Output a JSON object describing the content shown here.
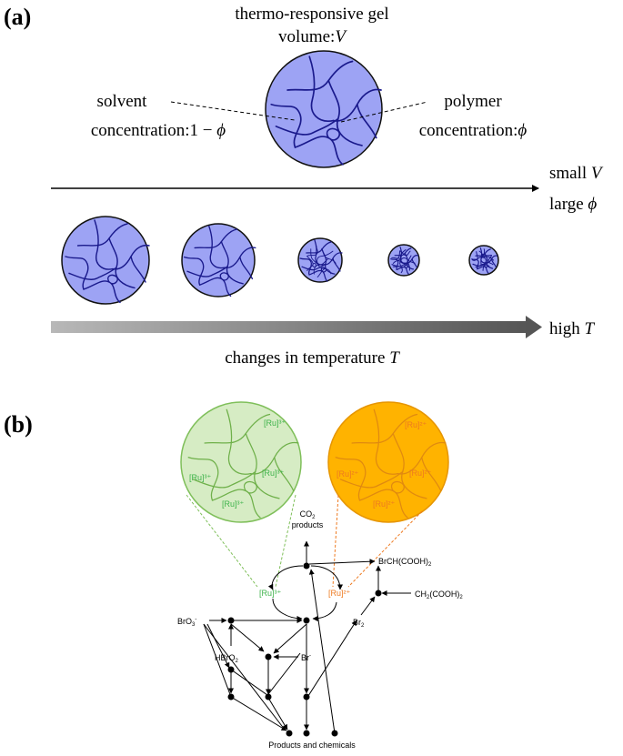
{
  "panel_a": {
    "label": "(a)",
    "gel_title": "thermo-responsive gel",
    "gel_volume": "volume:",
    "gel_volume_var": "V",
    "solvent_label": "solvent",
    "solvent_conc": "concentration:1 − ",
    "solvent_conc_var": "ϕ",
    "polymer_label": "polymer",
    "polymer_conc": "concentration:",
    "polymer_conc_var": "ϕ",
    "small_v_text": "small ",
    "small_v_var": "V",
    "large_phi_text": "large ",
    "large_phi_var": "ϕ",
    "high_t_text": "high ",
    "high_t_var": "T",
    "temp_caption": "changes in temperature ",
    "temp_caption_var": "T",
    "gel_fill_color": "#9da3f4",
    "network_color": "#1a1a8c"
  },
  "panel_b": {
    "label": "(b)",
    "ru3_circle_labels": [
      "[Ru]³⁺",
      "[Ru]³⁺",
      "[Ru]³⁺",
      "[Ru]³⁺"
    ],
    "ru2_circle_labels": [
      "[Ru]²⁺",
      "[Ru]²⁺",
      "[Ru]²⁺",
      "[Ru]²⁺"
    ],
    "ru3_node": "[Ru]³⁺",
    "ru2_node": "[Ru]²⁺",
    "co2_label": "CO",
    "co2_sub": "2",
    "products_top": "products",
    "brch": "BrCH(COOH)",
    "brch_sub": "2",
    "ch2": "CH",
    "ch2_sub": "2",
    "ch2_rest": "(COOH)",
    "ch2_sub2": "2",
    "br2": "Br",
    "br2_sub": "2",
    "bro3": "BrO",
    "bro3_sub": "3",
    "bro3_sup": "-",
    "hbro2": "HBrO",
    "hbro2_sub": "2",
    "br_minus": "Br",
    "br_minus_sup": "-",
    "products_bottom": "Products and chemicals",
    "green_fill": "#d6ecc4",
    "green_stroke": "#7fbf5a",
    "green_text": "#3db34a",
    "orange_fill": "#ffb300",
    "orange_stroke": "#e69500",
    "orange_text": "#ee7a20"
  }
}
